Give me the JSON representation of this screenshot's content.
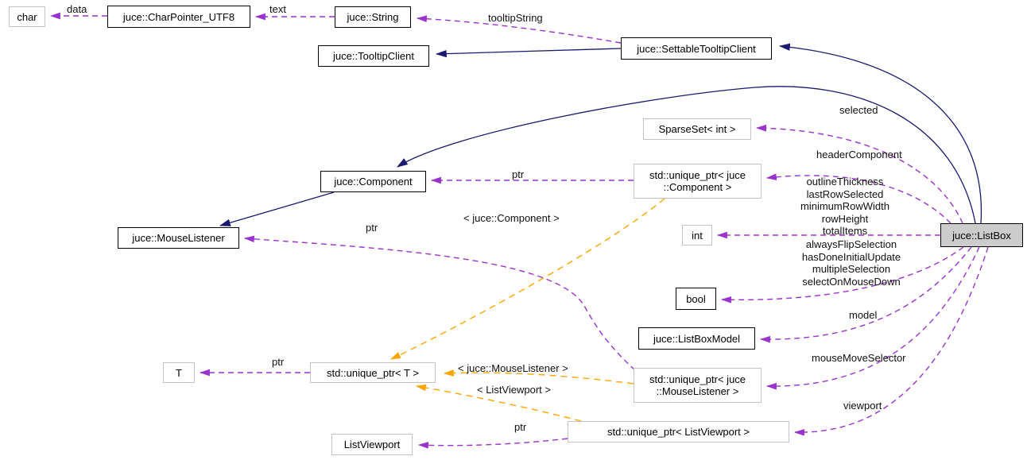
{
  "colors": {
    "inheritance_line": "#191970",
    "usage_line": "#9a32cd",
    "template_line": "#ffa500",
    "focus_node_fill": "#cccccc",
    "node_border": "#000000",
    "external_node_border": "#c3c3c3"
  },
  "nodes": {
    "char": {
      "label": "char"
    },
    "charpointer_utf8": {
      "label": "juce::CharPointer_UTF8"
    },
    "string": {
      "label": "juce::String"
    },
    "tooltipclient": {
      "label": "juce::TooltipClient"
    },
    "settabletooltipclient": {
      "label": "juce::SettableTooltipClient"
    },
    "sparseset_int": {
      "label": "SparseSet< int >"
    },
    "unique_ptr_component": {
      "label": "std::unique_ptr< juce\n::Component >"
    },
    "component": {
      "label": "juce::Component"
    },
    "mouselistener": {
      "label": "juce::MouseListener"
    },
    "int": {
      "label": "int"
    },
    "listbox": {
      "label": "juce::ListBox"
    },
    "bool": {
      "label": "bool"
    },
    "listboxmodel": {
      "label": "juce::ListBoxModel"
    },
    "t": {
      "label": "T"
    },
    "unique_ptr_t": {
      "label": "std::unique_ptr< T >"
    },
    "unique_ptr_mouselistener": {
      "label": "std::unique_ptr< juce\n::MouseListener >"
    },
    "listviewport": {
      "label": "ListViewport"
    },
    "unique_ptr_listviewport": {
      "label": "std::unique_ptr< ListViewport >"
    }
  },
  "edge_labels": {
    "data": "data",
    "text": "text",
    "tooltipString": "tooltipString",
    "selected": "selected",
    "headerComponent": "headerComponent",
    "ptr_component": "ptr",
    "tmpl_component": "< juce::Component >",
    "ptr_mouselistener": "ptr",
    "int_fields": "outlineThickness\nlastRowSelected\nminimumRowWidth\nrowHeight\ntotalItems",
    "bool_fields": "alwaysFlipSelection\nhasDoneInitialUpdate\nmultipleSelection\nselectOnMouseDown",
    "model": "model",
    "mouseMoveSelector": "mouseMoveSelector",
    "ptr_t": "ptr",
    "tmpl_mouselistener": "< juce::MouseListener >",
    "tmpl_listviewport": "< ListViewport >",
    "viewport": "viewport",
    "ptr_listviewport": "ptr"
  },
  "edges": [
    {
      "from": "juce::CharPointer_UTF8",
      "to": "char",
      "type": "usage",
      "label": "data"
    },
    {
      "from": "juce::String",
      "to": "juce::CharPointer_UTF8",
      "type": "usage",
      "label": "text"
    },
    {
      "from": "juce::SettableTooltipClient",
      "to": "juce::String",
      "type": "usage",
      "label": "tooltipString"
    },
    {
      "from": "juce::SettableTooltipClient",
      "to": "juce::TooltipClient",
      "type": "inheritance",
      "label": ""
    },
    {
      "from": "juce::ListBox",
      "to": "juce::SettableTooltipClient",
      "type": "inheritance",
      "label": ""
    },
    {
      "from": "juce::ListBox",
      "to": "juce::Component",
      "type": "inheritance",
      "label": ""
    },
    {
      "from": "juce::Component",
      "to": "juce::MouseListener",
      "type": "inheritance",
      "label": ""
    },
    {
      "from": "juce::ListBox",
      "to": "SparseSet< int >",
      "type": "usage",
      "label": "selected"
    },
    {
      "from": "juce::ListBox",
      "to": "std::unique_ptr< juce::Component >",
      "type": "usage",
      "label": "headerComponent"
    },
    {
      "from": "std::unique_ptr< juce::Component >",
      "to": "juce::Component",
      "type": "usage",
      "label": "ptr"
    },
    {
      "from": "juce::ListBox",
      "to": "int",
      "type": "usage",
      "label": "outlineThickness lastRowSelected minimumRowWidth rowHeight totalItems"
    },
    {
      "from": "juce::ListBox",
      "to": "bool",
      "type": "usage",
      "label": "alwaysFlipSelection hasDoneInitialUpdate multipleSelection selectOnMouseDown"
    },
    {
      "from": "juce::ListBox",
      "to": "juce::ListBoxModel",
      "type": "usage",
      "label": "model"
    },
    {
      "from": "juce::ListBox",
      "to": "std::unique_ptr< juce::MouseListener >",
      "type": "usage",
      "label": "mouseMoveSelector"
    },
    {
      "from": "std::unique_ptr< juce::MouseListener >",
      "to": "juce::MouseListener",
      "type": "usage",
      "label": "ptr"
    },
    {
      "from": "juce::ListBox",
      "to": "std::unique_ptr< ListViewport >",
      "type": "usage",
      "label": "viewport"
    },
    {
      "from": "std::unique_ptr< ListViewport >",
      "to": "ListViewport",
      "type": "usage",
      "label": "ptr"
    },
    {
      "from": "std::unique_ptr< T >",
      "to": "T",
      "type": "usage",
      "label": "ptr"
    },
    {
      "from": "std::unique_ptr< juce::Component >",
      "to": "std::unique_ptr< T >",
      "type": "template-instance",
      "label": "< juce::Component >"
    },
    {
      "from": "std::unique_ptr< juce::MouseListener >",
      "to": "std::unique_ptr< T >",
      "type": "template-instance",
      "label": "< juce::MouseListener >"
    },
    {
      "from": "std::unique_ptr< ListViewport >",
      "to": "std::unique_ptr< T >",
      "type": "template-instance",
      "label": "< ListViewport >"
    }
  ]
}
